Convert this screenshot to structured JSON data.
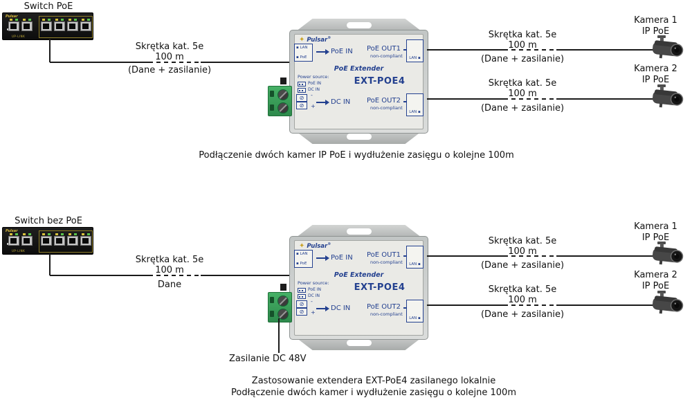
{
  "device": {
    "brand": "Pulsar",
    "brand_reg": "®",
    "star": "✦",
    "subtitle": "PoE Extender",
    "model": "EXT-POE4",
    "port_lan": "LAN",
    "port_poe": "PoE",
    "poe_in": "PoE IN",
    "dc_in": "DC IN",
    "poe_out1": "PoE OUT1",
    "poe_out2": "PoE OUT2",
    "non_compliant": "non-compliant",
    "power_source": "Power source:",
    "ps_poe_in": "PoE IN",
    "ps_dc_in": "DC IN",
    "lan_out": "LAN",
    "minus": "-",
    "plus": "+",
    "screw_symbol": "⊘"
  },
  "switch1": {
    "title": "Switch PoE",
    "brand": "Pulsar",
    "uplink": "UP-LINK"
  },
  "switch2": {
    "title": "Switch bez PoE",
    "brand": "Pulsar",
    "uplink": "UP-LINK"
  },
  "d1": {
    "cable_in": [
      "Skrętka kat. 5e",
      "100 m",
      "(Dane + zasilanie)"
    ],
    "cable_out1": [
      "Skrętka kat. 5e",
      "100 m",
      "(Dane + zasilanie)"
    ],
    "cable_out2": [
      "Skrętka kat. 5e",
      "100 m",
      "(Dane + zasilanie)"
    ],
    "camera1": [
      "Kamera 1",
      "IP PoE"
    ],
    "camera2": [
      "Kamera 2",
      "IP PoE"
    ],
    "caption": "Podłączenie dwóch kamer IP PoE i wydłużenie zasięgu o kolejne 100m"
  },
  "d2": {
    "cable_in": [
      "Skrętka kat. 5e",
      "100 m",
      "Dane"
    ],
    "cable_out1": [
      "Skrętka kat. 5e",
      "100 m",
      "(Dane + zasilanie)"
    ],
    "cable_out2": [
      "Skrętka kat. 5e",
      "100 m",
      "(Dane + zasilanie)"
    ],
    "camera1": [
      "Kamera 1",
      "IP PoE"
    ],
    "camera2": [
      "Kamera 2",
      "IP PoE"
    ],
    "power_label": "Zasilanie DC 48V",
    "caption1": "Zastosowanie extendera EXT-PoE4 zasilanego lokalnie",
    "caption2": "Podłączenie dwóch kamer i wydłużenie zasięgu o kolejne 100m"
  },
  "colors": {
    "line": "#1a1a1a",
    "label_text": "#23408f",
    "gold": "#c9a227",
    "terminal_green": "#3aa257"
  }
}
